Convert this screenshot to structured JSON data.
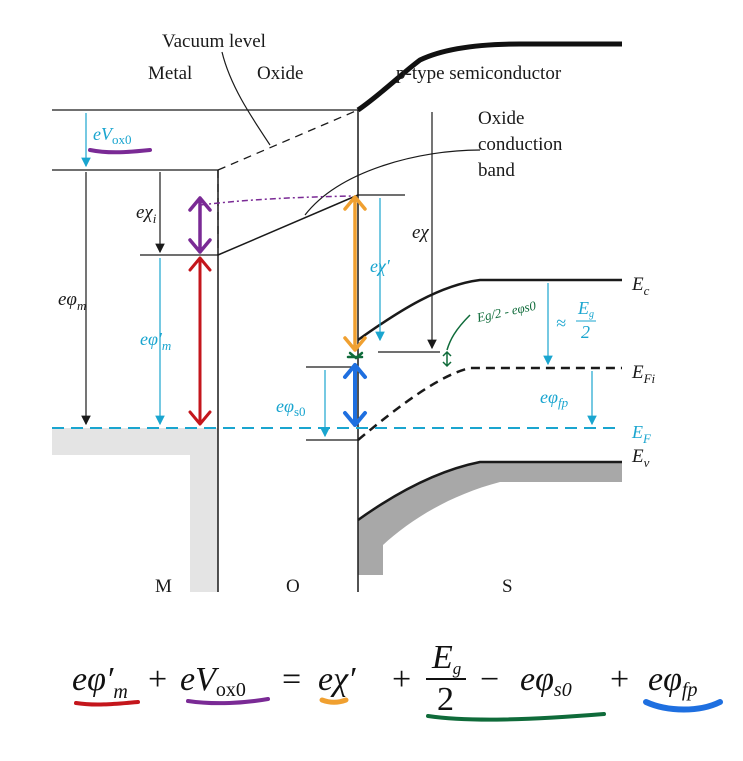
{
  "labels": {
    "vacuum_level": "Vacuum level",
    "metal": "Metal",
    "oxide": "Oxide",
    "p_type": "p-type semiconductor",
    "oxide_cb_line1": "Oxide",
    "oxide_cb_line2": "conduction",
    "oxide_cb_line3": "band",
    "region_m": "M",
    "region_o": "O",
    "region_s": "S"
  },
  "energy_labels": {
    "e_vox0": "eV",
    "e_vox0_sub": "ox0",
    "e_chi_i": "eχ",
    "e_chi_i_sub": "i",
    "e_phi_m": "eφ",
    "e_phi_m_sub": "m",
    "e_phi_m_prime": "eφ′",
    "e_phi_m_prime_sub": "m",
    "e_chi": "eχ",
    "e_chi_prime": "eχ′",
    "e_phi_s0": "eφ",
    "e_phi_s0_sub": "s0",
    "approx_eg": "≈",
    "eg_num": "E",
    "eg_num_sub": "g",
    "eg_den": "2",
    "e_phi_fp": "eφ",
    "e_phi_fp_sub": "fp",
    "ec": "E",
    "ec_sub": "c",
    "efi": "E",
    "efi_sub": "Fi",
    "ef": "E",
    "ef_sub": "F",
    "ev": "E",
    "ev_sub": "v",
    "handwritten_note": "Eg/2 - eφs0"
  },
  "equation": {
    "t1": "eφ′",
    "t1_sub": "m",
    "op1": "+",
    "t2": "eV",
    "t2_sub": "ox0",
    "op2": "=",
    "t3": "eχ′",
    "op3": "+",
    "frac_num": "E",
    "frac_num_sub": "g",
    "frac_den": "2",
    "op4": "−",
    "t5": "eφ",
    "t5_sub": "s0",
    "op5": "+",
    "t6": "eφ",
    "t6_sub": "fp"
  },
  "colors": {
    "cyan": "#1aa5cf",
    "purple": "#7a2a95",
    "red": "#c4161c",
    "orange": "#f0a030",
    "blue": "#1e6fe0",
    "green": "#0f6b3a",
    "metal_fill": "#e4e4e4",
    "semi_fill": "#a8a8a8"
  }
}
